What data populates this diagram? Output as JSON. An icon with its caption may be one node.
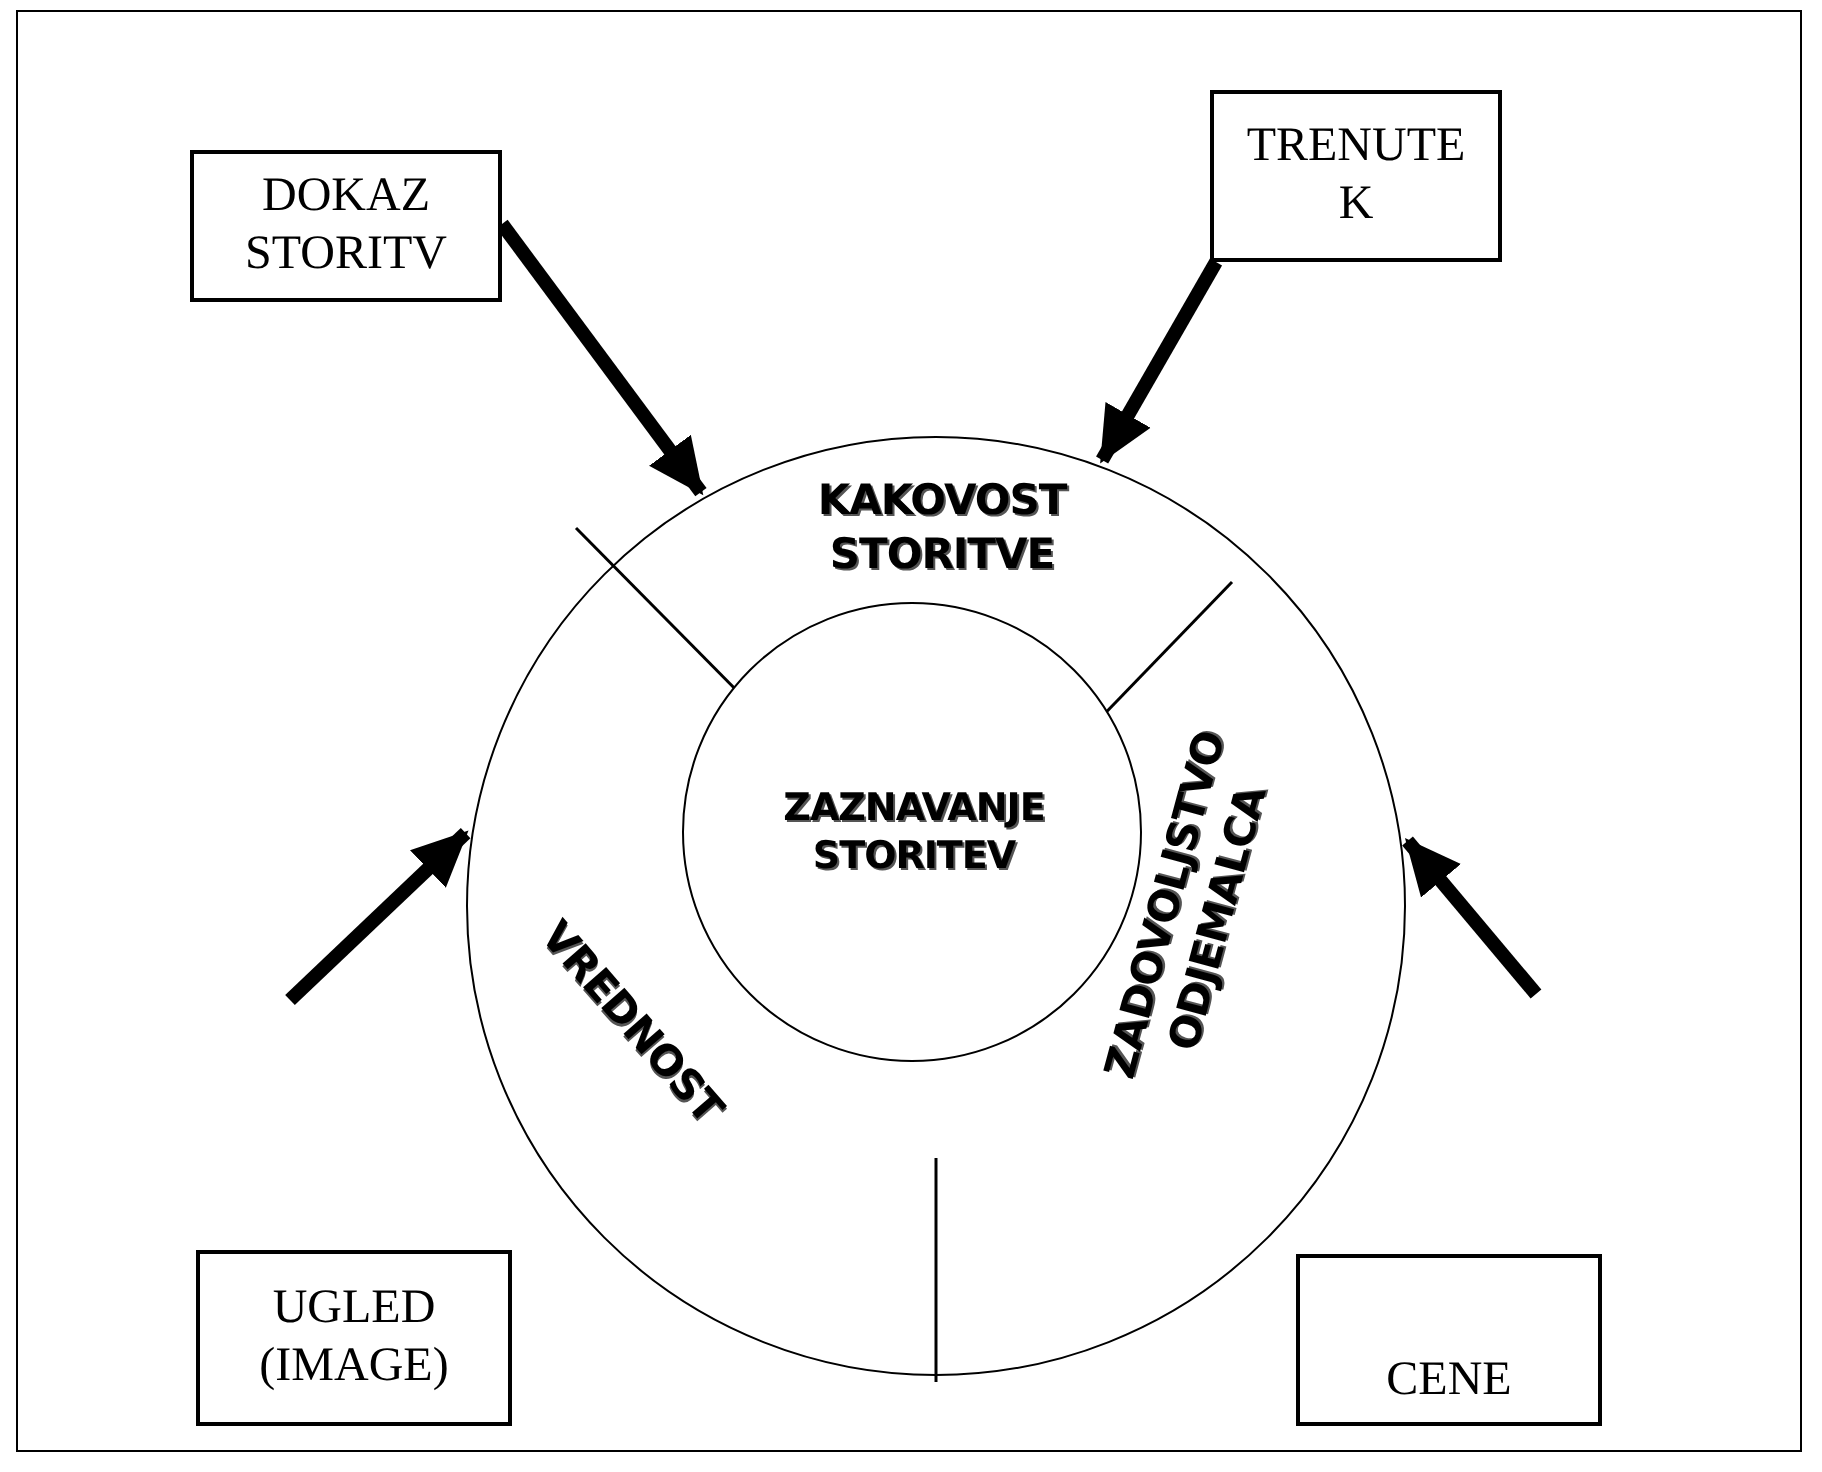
{
  "diagram": {
    "nodes": [
      {
        "text": [
          "DOKAZ STORITV"
        ]
      },
      {
        "text": [
          "TRENUTE K"
        ]
      },
      {
        "text": [],
        "shape": "circle"
      },
      {
        "text": [
          "KAKOVOST STORITVE"
        ],
        "in": 2
      },
      {
        "text": [
          "VREDNOST"
        ],
        "in": 2
      },
      {
        "text": [
          "ZADOVOLJSTVO ODJEMALCA"
        ],
        "in": 2
      },
      {
        "text": [
          "ZAZNAVANJE STORITEV"
        ],
        "in": 2
      },
      {
        "text": [
          "UGLED (IMAGE)"
        ]
      },
      {
        "text": [
          "CENE"
        ]
      }
    ],
    "edges": [
      {
        "from": 0,
        "to": 2,
        "arrow": "to"
      },
      {
        "from": 1,
        "to": 2,
        "arrow": "to"
      },
      {
        "from": null,
        "to": 2,
        "arrow": "to"
      },
      {
        "from": null,
        "to": 2,
        "arrow": "to"
      }
    ]
  }
}
